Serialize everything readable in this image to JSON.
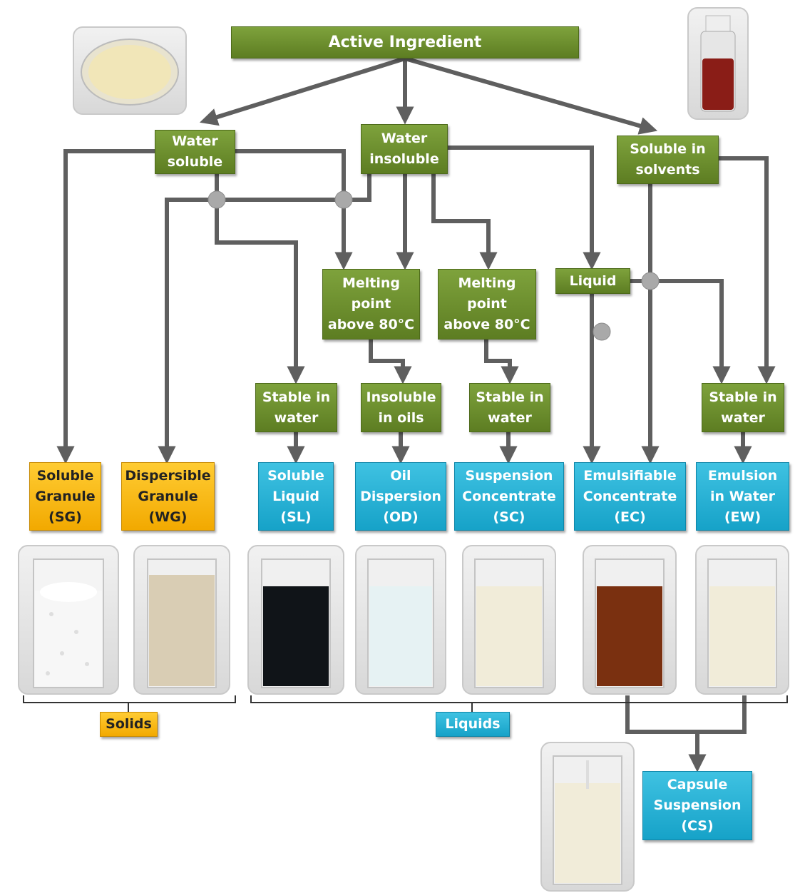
{
  "title": "Active Ingredient",
  "nodes": {
    "water_soluble": "Water\nsoluble",
    "water_insoluble": "Water\ninsoluble",
    "soluble_in_solvents": "Soluble in\nsolvents",
    "melting_point_1": "Melting\npoint\nabove 80°C",
    "melting_point_2": "Melting\npoint\nabove 80°C",
    "liquid": "Liquid",
    "stable_in_water_1": "Stable in\nwater",
    "insoluble_in_oils": "Insoluble\nin oils",
    "stable_in_water_2": "Stable in\nwater",
    "stable_in_water_3": "Stable in\nwater"
  },
  "formulations": {
    "sg": "Soluble\nGranule\n(SG)",
    "wg": "Dispersible\nGranule\n(WG)",
    "sl": "Soluble\nLiquid\n(SL)",
    "od": "Oil\nDispersion\n(OD)",
    "sc": "Suspension\nConcentrate\n(SC)",
    "ec": "Emulsifiable\nConcentrate\n(EC)",
    "ew": "Emulsion\nin Water\n(EW)",
    "cs": "Capsule\nSuspension\n(CS)"
  },
  "groups": {
    "solids": "Solids",
    "liquids": "Liquids"
  },
  "colors": {
    "green": "#6b8e2b",
    "orange": "#f5b000",
    "blue": "#1aa9d0",
    "arrow": "#5f5f5f"
  }
}
